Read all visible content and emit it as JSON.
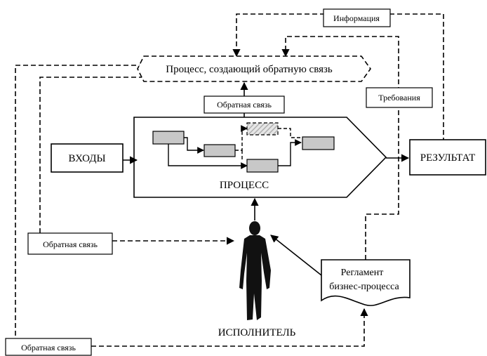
{
  "labels": {
    "information": "Информация",
    "feedback_process": "Процесс, создающий обратную связь",
    "requirements": "Требования",
    "feedback_top": "Обратная связь",
    "inputs": "ВХОДЫ",
    "result": "РЕЗУЛЬТАТ",
    "process": "ПРОЦЕСС",
    "feedback_left": "Обратная связь",
    "regulation_line1": "Регламент",
    "regulation_line2": "бизнес-процесса",
    "executor": "ИСПОЛНИТЕЛЬ",
    "feedback_bottom": "Обратная связь"
  },
  "colors": {
    "ink": "#000000",
    "block_fill": "#c8c8c8",
    "hatch": "#b0b0b0",
    "person": "#111111"
  }
}
